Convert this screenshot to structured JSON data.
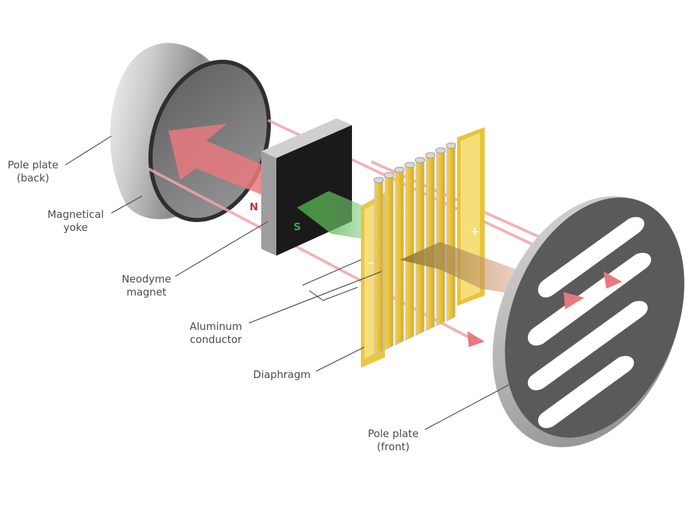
{
  "diagram": {
    "colors": {
      "field_arrow": "#e8797e",
      "field_line": "#f2a4a8",
      "magnet_body": "#1a1a1a",
      "north_label": "#c0392b",
      "south_label": "#3aa845",
      "conductor_green": "#3f9b3a",
      "diaphragm_yellow": "#e9c33a",
      "pole_plate_gray": "#5a5a5a",
      "leader_line": "#555555"
    },
    "poles": {
      "north": "N",
      "south": "S"
    },
    "terminals": {
      "minus": "−",
      "plus": "+"
    },
    "labels": {
      "pole_plate_back": [
        "Pole plate",
        "(back)"
      ],
      "magnetical_yoke": [
        "Magnetical",
        "yoke"
      ],
      "neodyme_magnet": [
        "Neodyme",
        "magnet"
      ],
      "aluminum_conductor": [
        "Aluminum",
        "conductor"
      ],
      "diaphragm": [
        "Diaphragm"
      ],
      "pole_plate_front": [
        "Pole plate",
        "(front)"
      ]
    }
  }
}
